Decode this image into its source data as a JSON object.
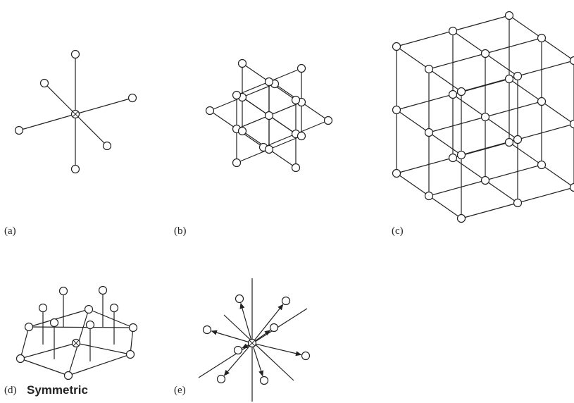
{
  "labels": {
    "a": "(a)",
    "b": "(b)",
    "c": "(c)",
    "d": "(d)",
    "d_caption": "Symmetric",
    "e": "(e)"
  },
  "colors": {
    "stroke": "#222222",
    "background": "#ffffff"
  }
}
